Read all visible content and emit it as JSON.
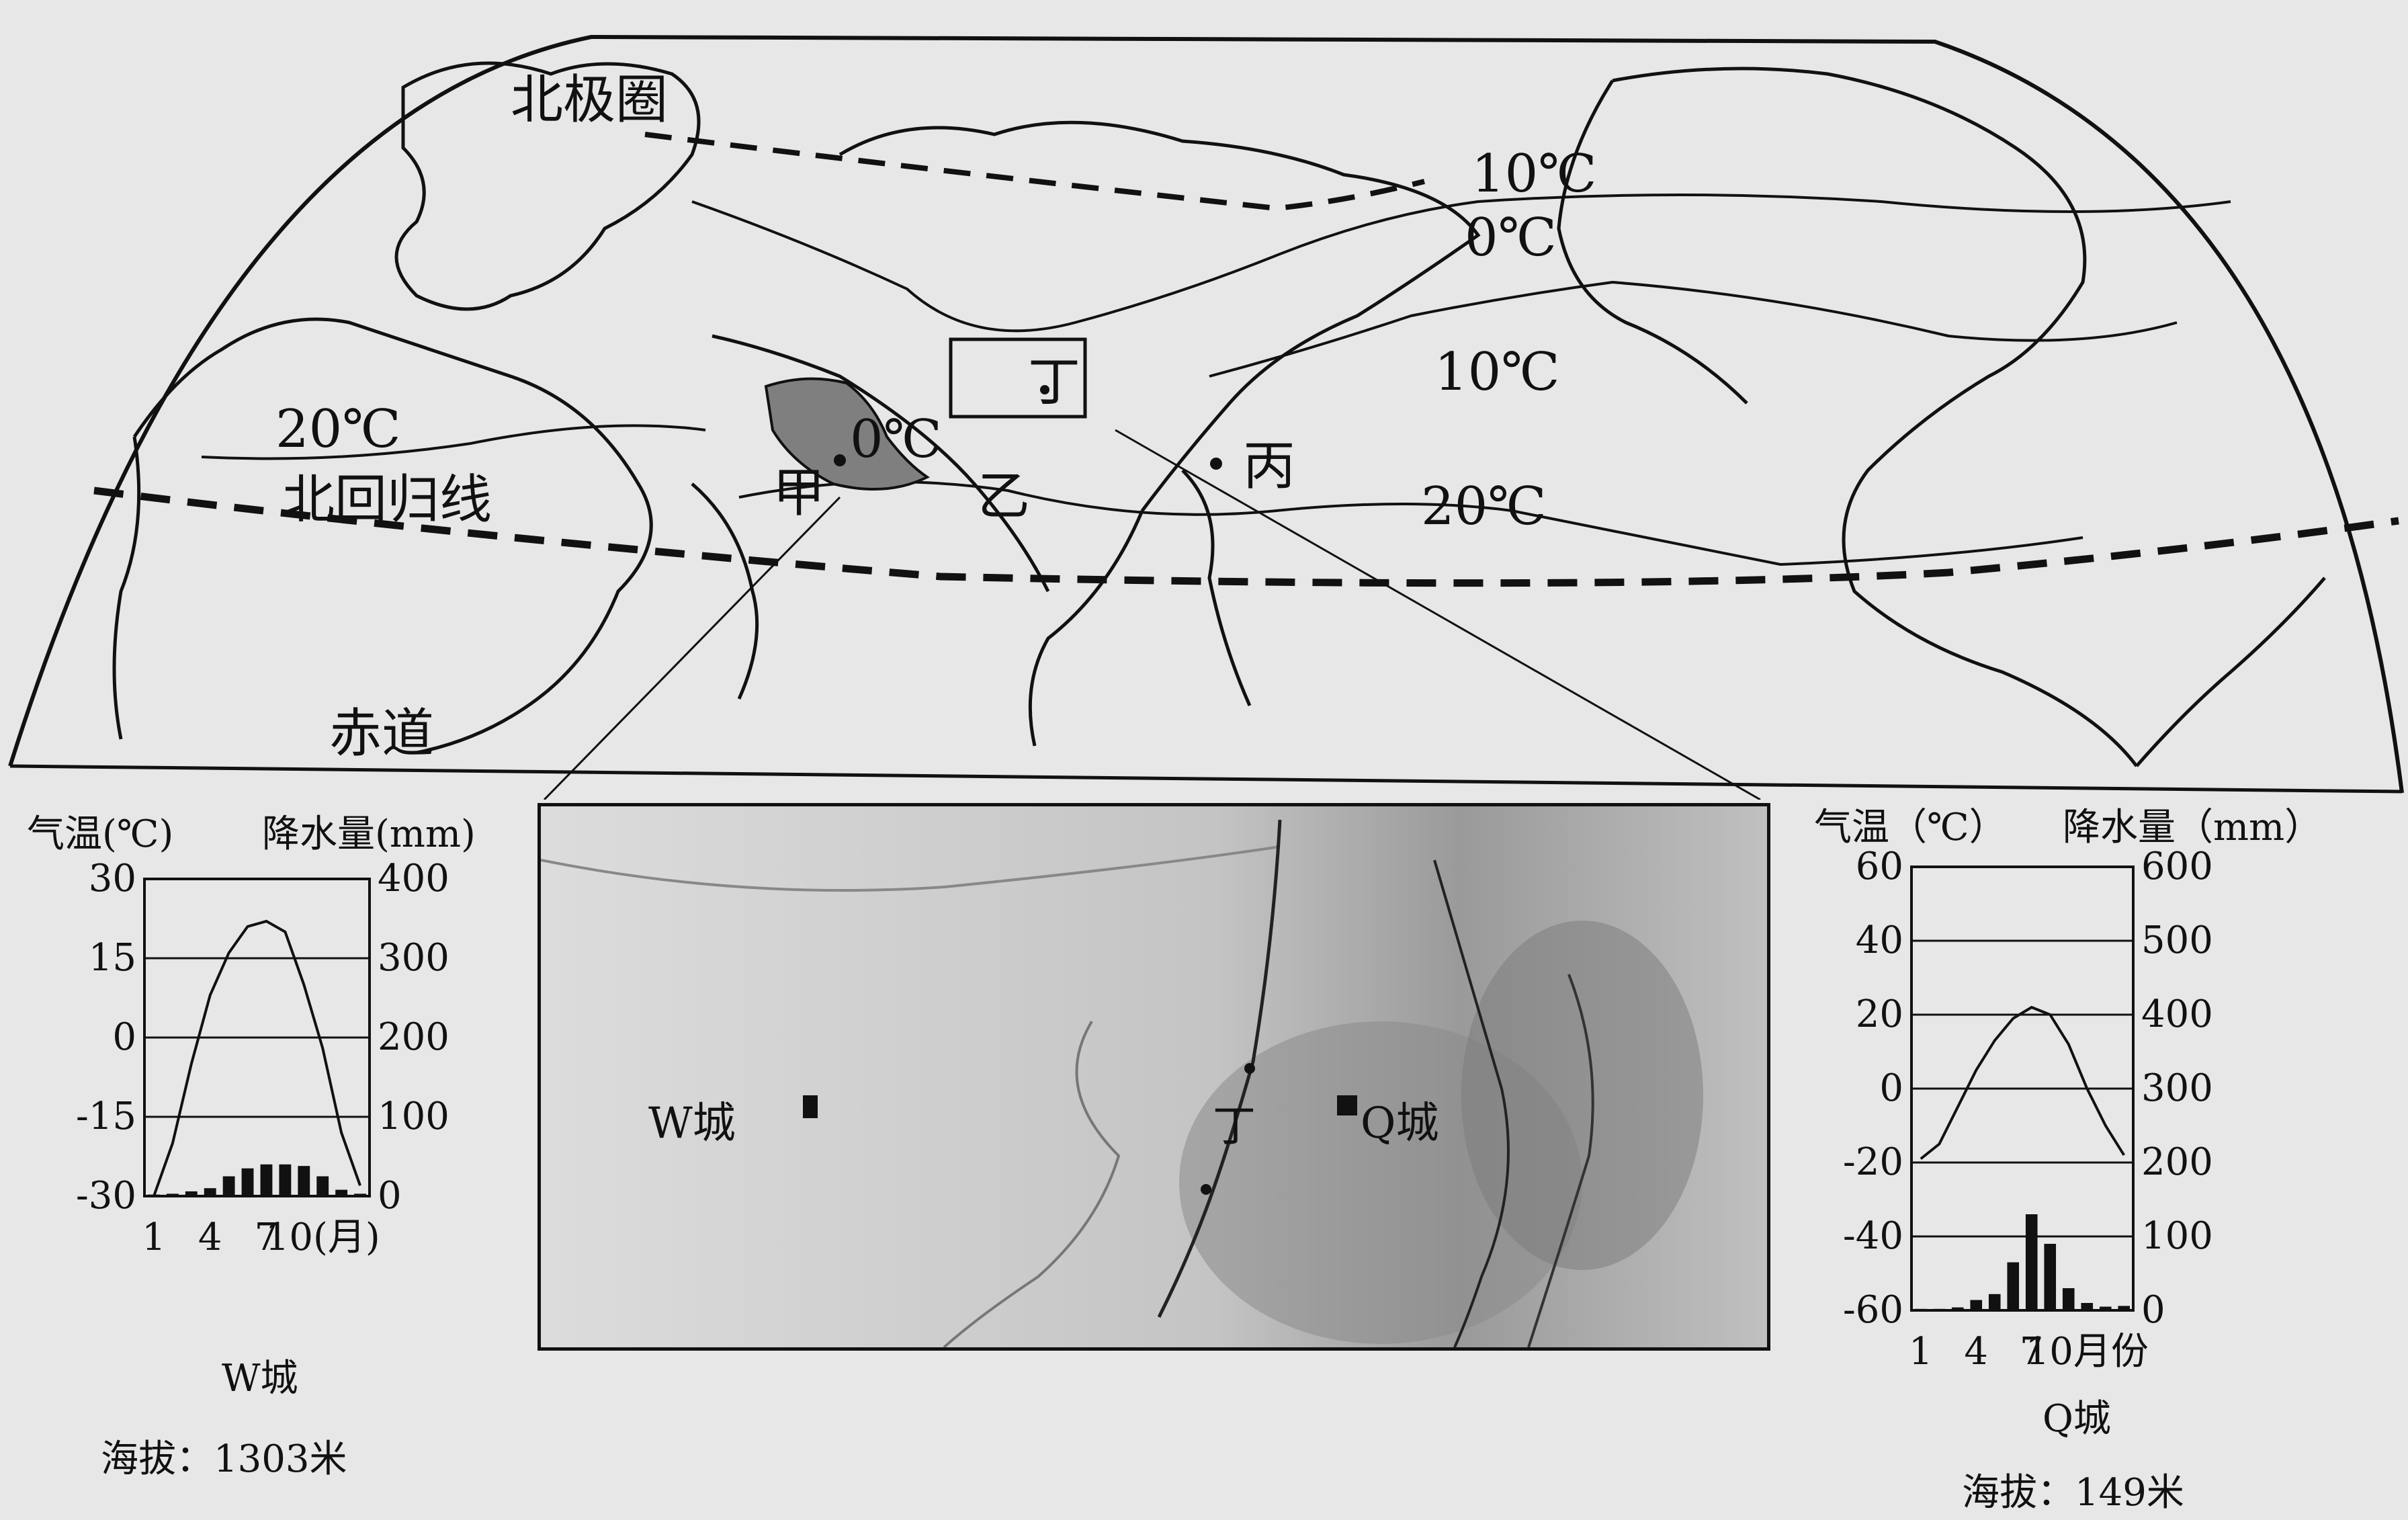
{
  "map": {
    "isotherms": [
      "10℃",
      "0℃",
      "10℃",
      "20℃",
      "0℃",
      "20℃"
    ],
    "lines": {
      "arctic_circle": "北极圈",
      "tropic_cancer": "北回归线",
      "equator": "赤道"
    },
    "places": {
      "jia": "甲",
      "yi": "乙",
      "bing": "丙",
      "ding": "丁"
    }
  },
  "inset": {
    "cities": {
      "w": "W城",
      "q": "Q城",
      "ding": "丁"
    }
  },
  "chart_data": [
    {
      "type": "bar",
      "title": "W城",
      "elevation": "海拔：1303米",
      "left_axis_label": "气温(℃)",
      "right_axis_label": "降水量(mm)",
      "x_ticks": [
        "1",
        "4",
        "7",
        "10(月)"
      ],
      "temp_ticks": [
        "30",
        "15",
        "0",
        "-15",
        "-30"
      ],
      "precip_ticks": [
        "400",
        "300",
        "200",
        "100",
        "0"
      ],
      "temp_range": [
        -30,
        30
      ],
      "precip_range": [
        0,
        400
      ],
      "temperature": [
        -30,
        -20,
        -5,
        8,
        16,
        21,
        22,
        20,
        10,
        -2,
        -18,
        -28
      ],
      "precipitation": [
        2,
        3,
        6,
        10,
        25,
        35,
        40,
        40,
        38,
        25,
        8,
        3
      ]
    },
    {
      "type": "bar",
      "title": "Q城",
      "elevation": "海拔：149米",
      "left_axis_label": "气温（℃）",
      "right_axis_label": "降水量（mm）",
      "x_ticks": [
        "1",
        "4",
        "7",
        "10月份"
      ],
      "temp_ticks": [
        "60",
        "40",
        "20",
        "0",
        "-20",
        "-40",
        "-60"
      ],
      "precip_ticks": [
        "600",
        "500",
        "400",
        "300",
        "200",
        "100",
        "0"
      ],
      "temp_range": [
        -60,
        60
      ],
      "precip_range": [
        0,
        600
      ],
      "temperature": [
        -19,
        -15,
        -5,
        5,
        13,
        19,
        22,
        20,
        12,
        0,
        -10,
        -18
      ],
      "precipitation": [
        2,
        2,
        4,
        14,
        22,
        65,
        130,
        90,
        30,
        10,
        5,
        6
      ]
    }
  ]
}
